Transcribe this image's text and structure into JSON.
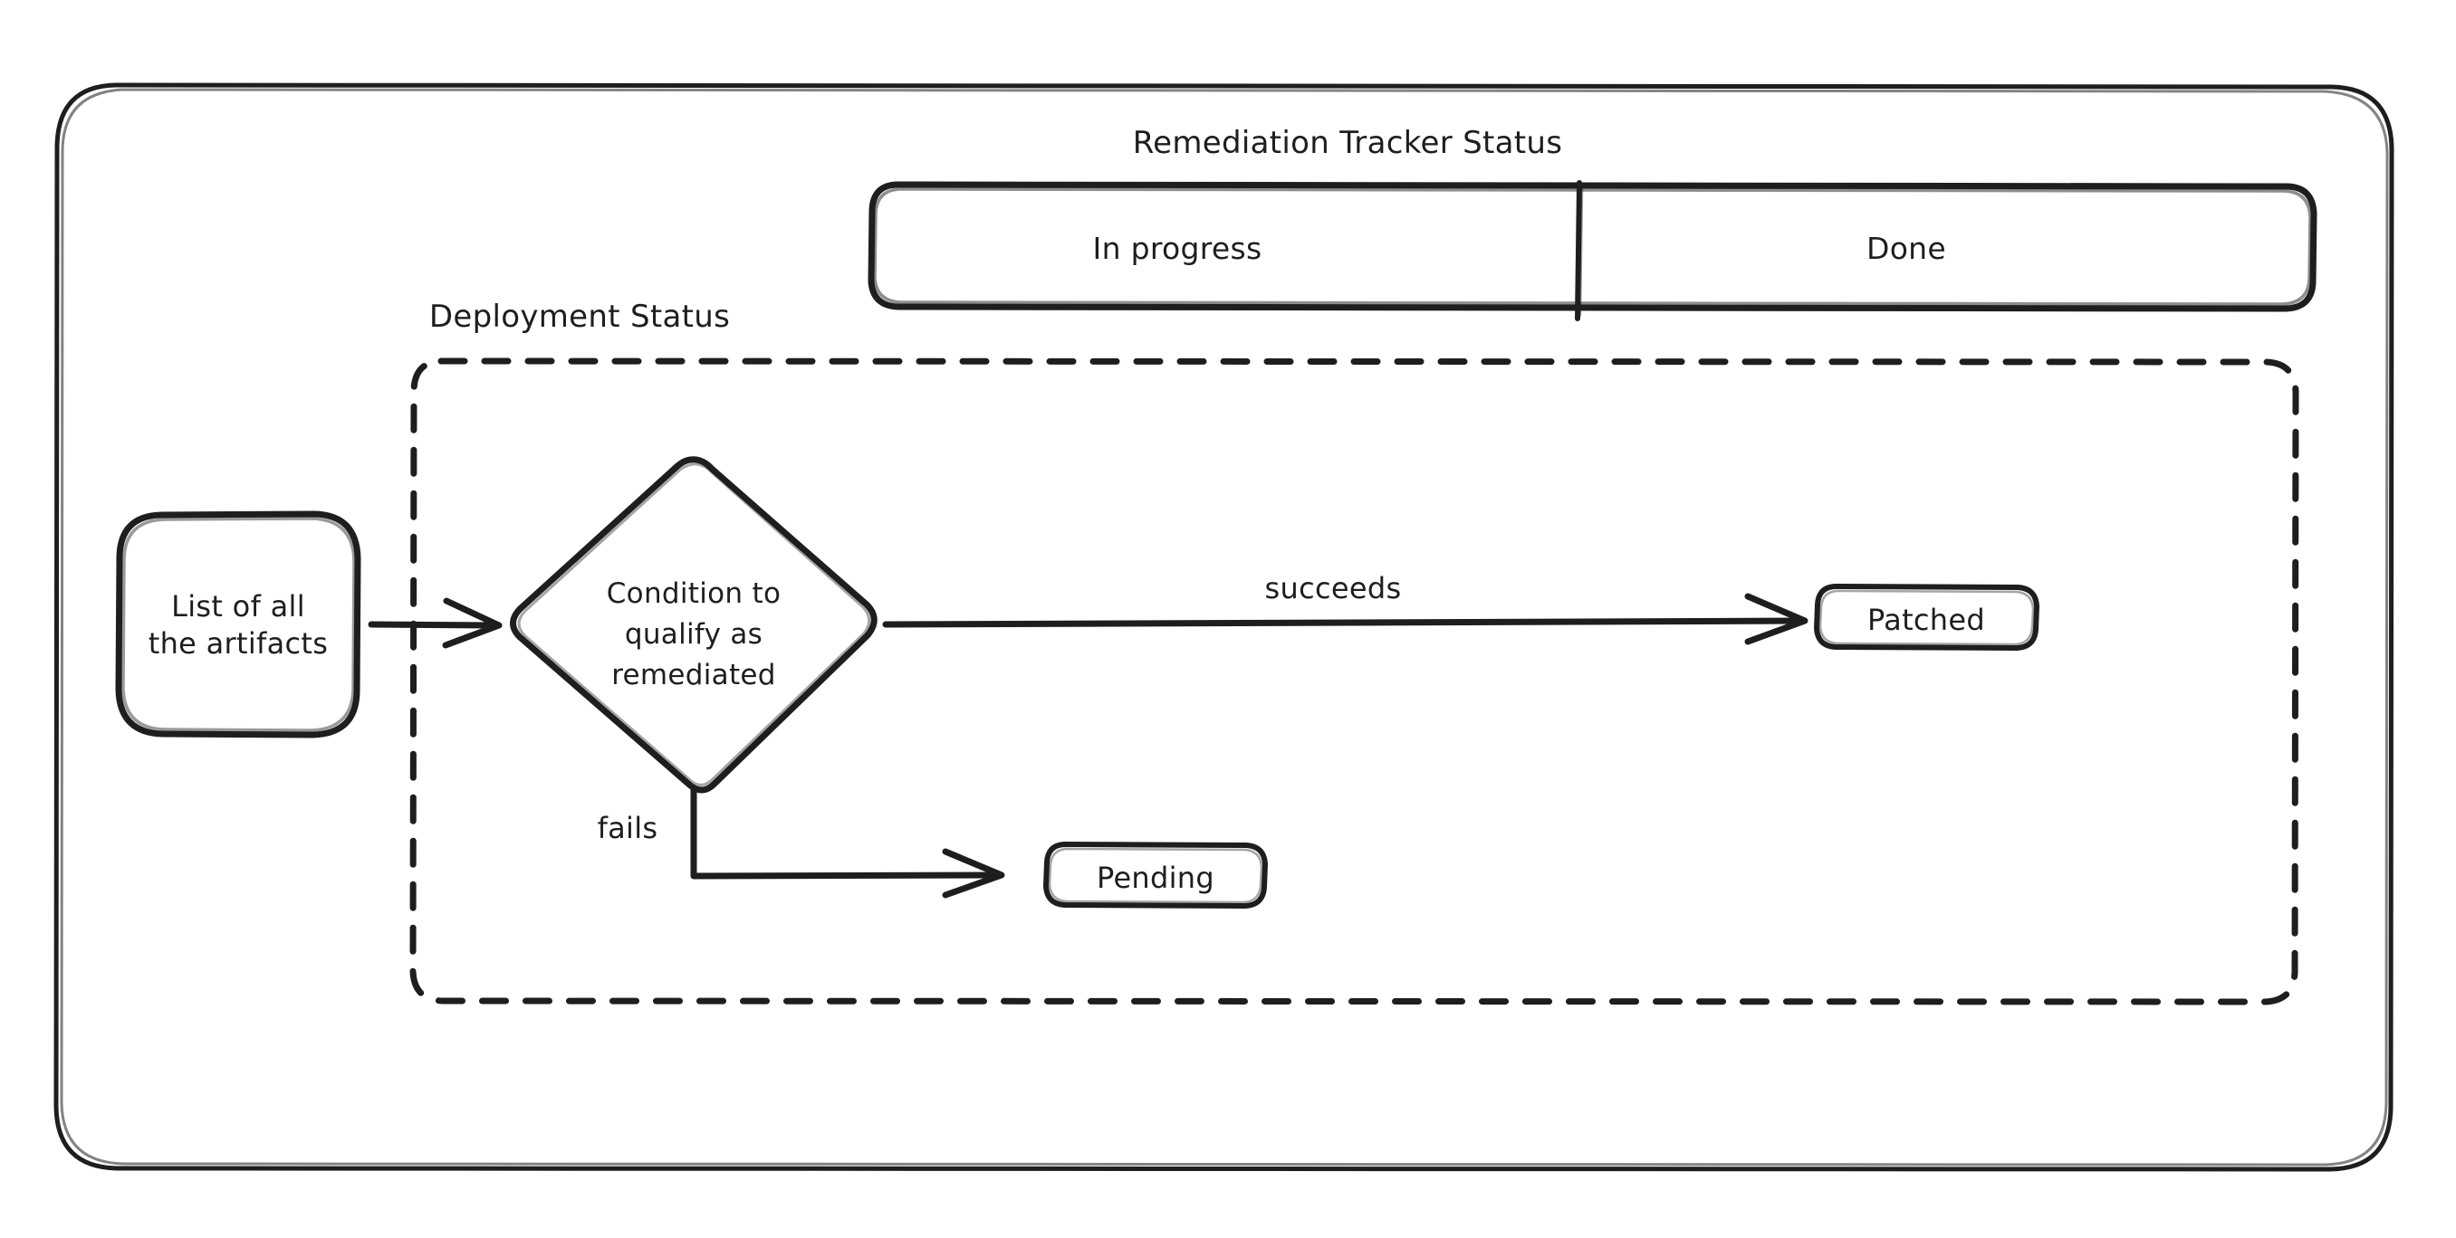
{
  "diagram": {
    "title": "Remediation Tracker Status",
    "frame": {
      "name": "outer-frame"
    },
    "tracker": {
      "label": "Remediation Tracker Status",
      "segments": [
        {
          "id": "in-progress",
          "label": "In progress"
        },
        {
          "id": "done",
          "label": "Done"
        }
      ]
    },
    "deployment_group": {
      "label": "Deployment Status"
    },
    "nodes": [
      {
        "id": "artifacts",
        "shape": "rounded-rect",
        "label": "List of all\nthe artifacts"
      },
      {
        "id": "condition",
        "shape": "diamond",
        "label": "Condition to\nqualify as\nremediated"
      },
      {
        "id": "patched",
        "shape": "rounded-rect",
        "label": "Patched"
      },
      {
        "id": "pending",
        "shape": "rounded-rect",
        "label": "Pending"
      }
    ],
    "edges": [
      {
        "id": "artifacts-to-condition",
        "from": "artifacts",
        "to": "condition",
        "label": ""
      },
      {
        "id": "condition-to-patched",
        "from": "condition",
        "to": "patched",
        "label": "succeeds"
      },
      {
        "id": "condition-to-pending",
        "from": "condition",
        "to": "pending",
        "label": "fails"
      }
    ],
    "colors": {
      "stroke": "#1e1e1e",
      "background": "#ffffff"
    }
  }
}
